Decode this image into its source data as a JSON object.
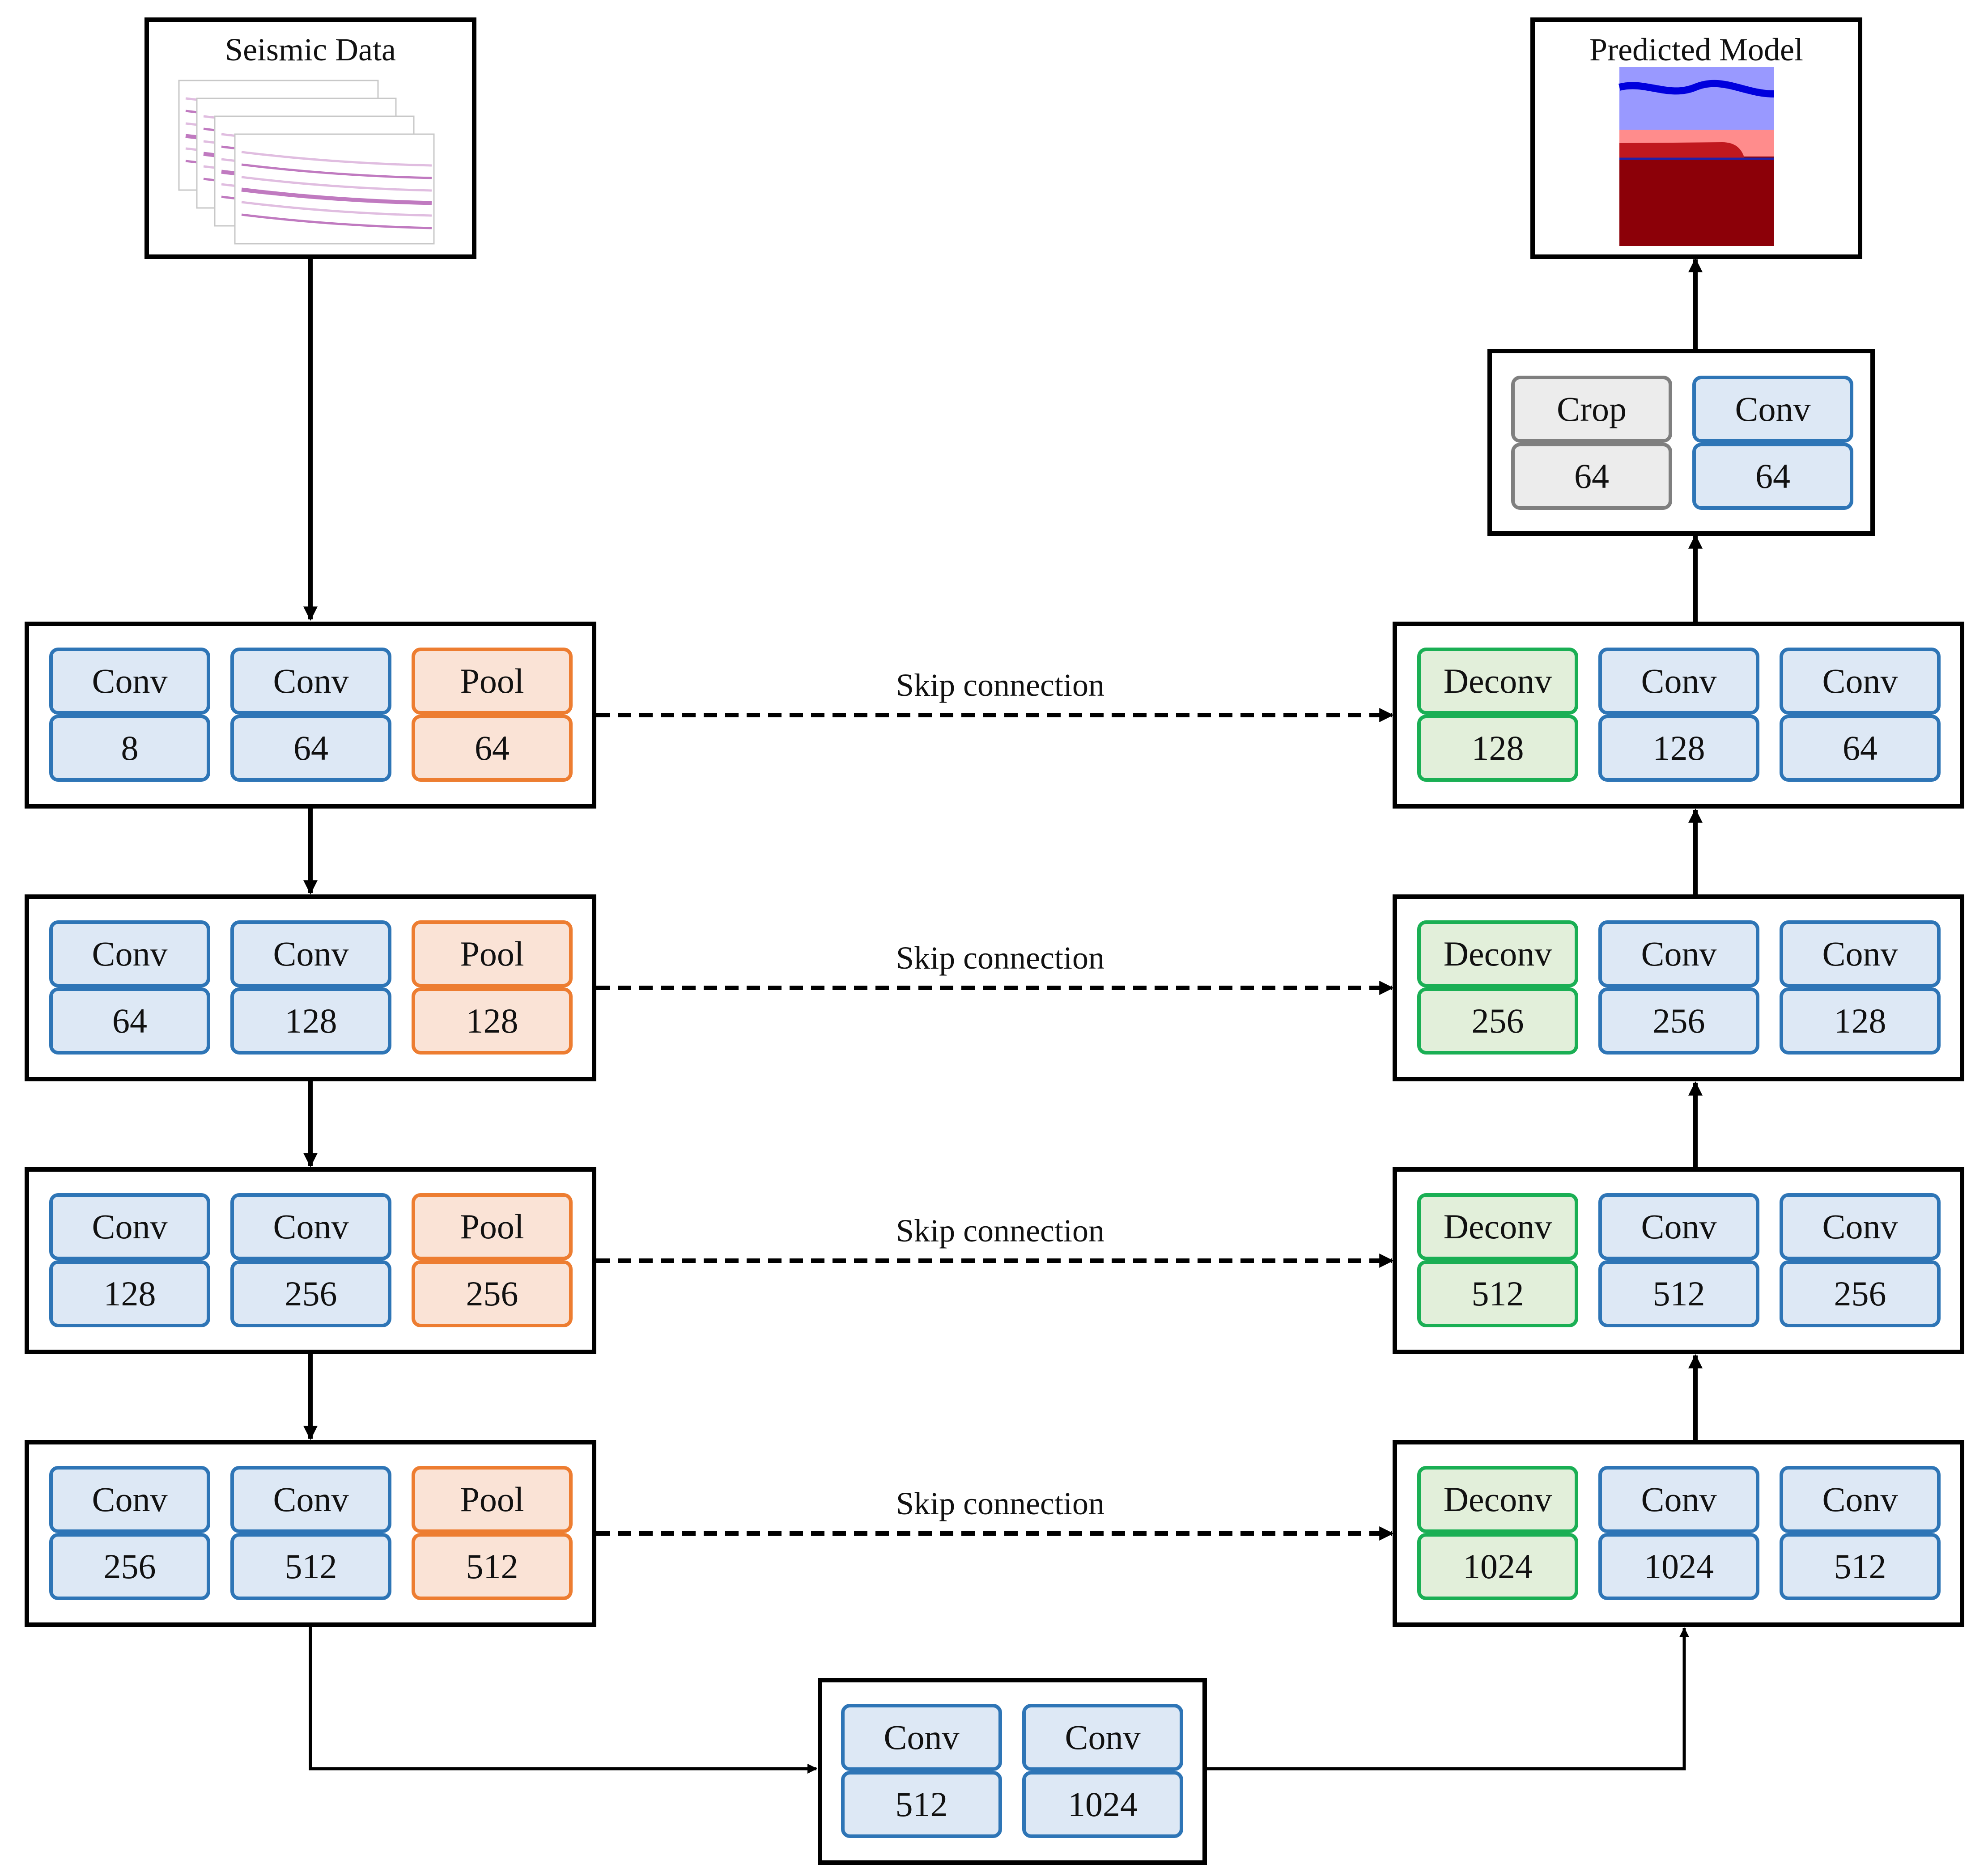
{
  "input": {
    "title": "Seismic Data"
  },
  "output": {
    "title": "Predicted Model"
  },
  "skip_label": "Skip connection",
  "encoder": [
    {
      "stage": 1,
      "blocks": [
        {
          "op": "Conv",
          "ch": "8"
        },
        {
          "op": "Conv",
          "ch": "64"
        },
        {
          "op": "Pool",
          "ch": "64"
        }
      ]
    },
    {
      "stage": 2,
      "blocks": [
        {
          "op": "Conv",
          "ch": "64"
        },
        {
          "op": "Conv",
          "ch": "128"
        },
        {
          "op": "Pool",
          "ch": "128"
        }
      ]
    },
    {
      "stage": 3,
      "blocks": [
        {
          "op": "Conv",
          "ch": "128"
        },
        {
          "op": "Conv",
          "ch": "256"
        },
        {
          "op": "Pool",
          "ch": "256"
        }
      ]
    },
    {
      "stage": 4,
      "blocks": [
        {
          "op": "Conv",
          "ch": "256"
        },
        {
          "op": "Conv",
          "ch": "512"
        },
        {
          "op": "Pool",
          "ch": "512"
        }
      ]
    }
  ],
  "bottleneck": {
    "blocks": [
      {
        "op": "Conv",
        "ch": "512"
      },
      {
        "op": "Conv",
        "ch": "1024"
      }
    ]
  },
  "decoder": [
    {
      "stage": 1,
      "blocks": [
        {
          "op": "Deconv",
          "ch": "128"
        },
        {
          "op": "Conv",
          "ch": "128"
        },
        {
          "op": "Conv",
          "ch": "64"
        }
      ]
    },
    {
      "stage": 2,
      "blocks": [
        {
          "op": "Deconv",
          "ch": "256"
        },
        {
          "op": "Conv",
          "ch": "256"
        },
        {
          "op": "Conv",
          "ch": "128"
        }
      ]
    },
    {
      "stage": 3,
      "blocks": [
        {
          "op": "Deconv",
          "ch": "512"
        },
        {
          "op": "Conv",
          "ch": "512"
        },
        {
          "op": "Conv",
          "ch": "256"
        }
      ]
    },
    {
      "stage": 4,
      "blocks": [
        {
          "op": "Deconv",
          "ch": "1024"
        },
        {
          "op": "Conv",
          "ch": "1024"
        },
        {
          "op": "Conv",
          "ch": "512"
        }
      ]
    }
  ],
  "head": {
    "blocks": [
      {
        "op": "Crop",
        "ch": "64"
      },
      {
        "op": "Conv",
        "ch": "64"
      }
    ]
  },
  "colors": {
    "conv_border": "#2e75b6",
    "conv_fill": "#dde8f5",
    "pool_border": "#ed7d31",
    "pool_fill": "#fae3d6",
    "deconv_border": "#1aaf54",
    "deconv_fill": "#e2efda",
    "crop_border": "#7f7f7f",
    "crop_fill": "#ececec",
    "model_water": "#9999ff",
    "model_seabed": "#0000dd",
    "model_salmon": "#ff8c8c",
    "model_red": "#c0181e",
    "model_dark": "#8c0008"
  }
}
